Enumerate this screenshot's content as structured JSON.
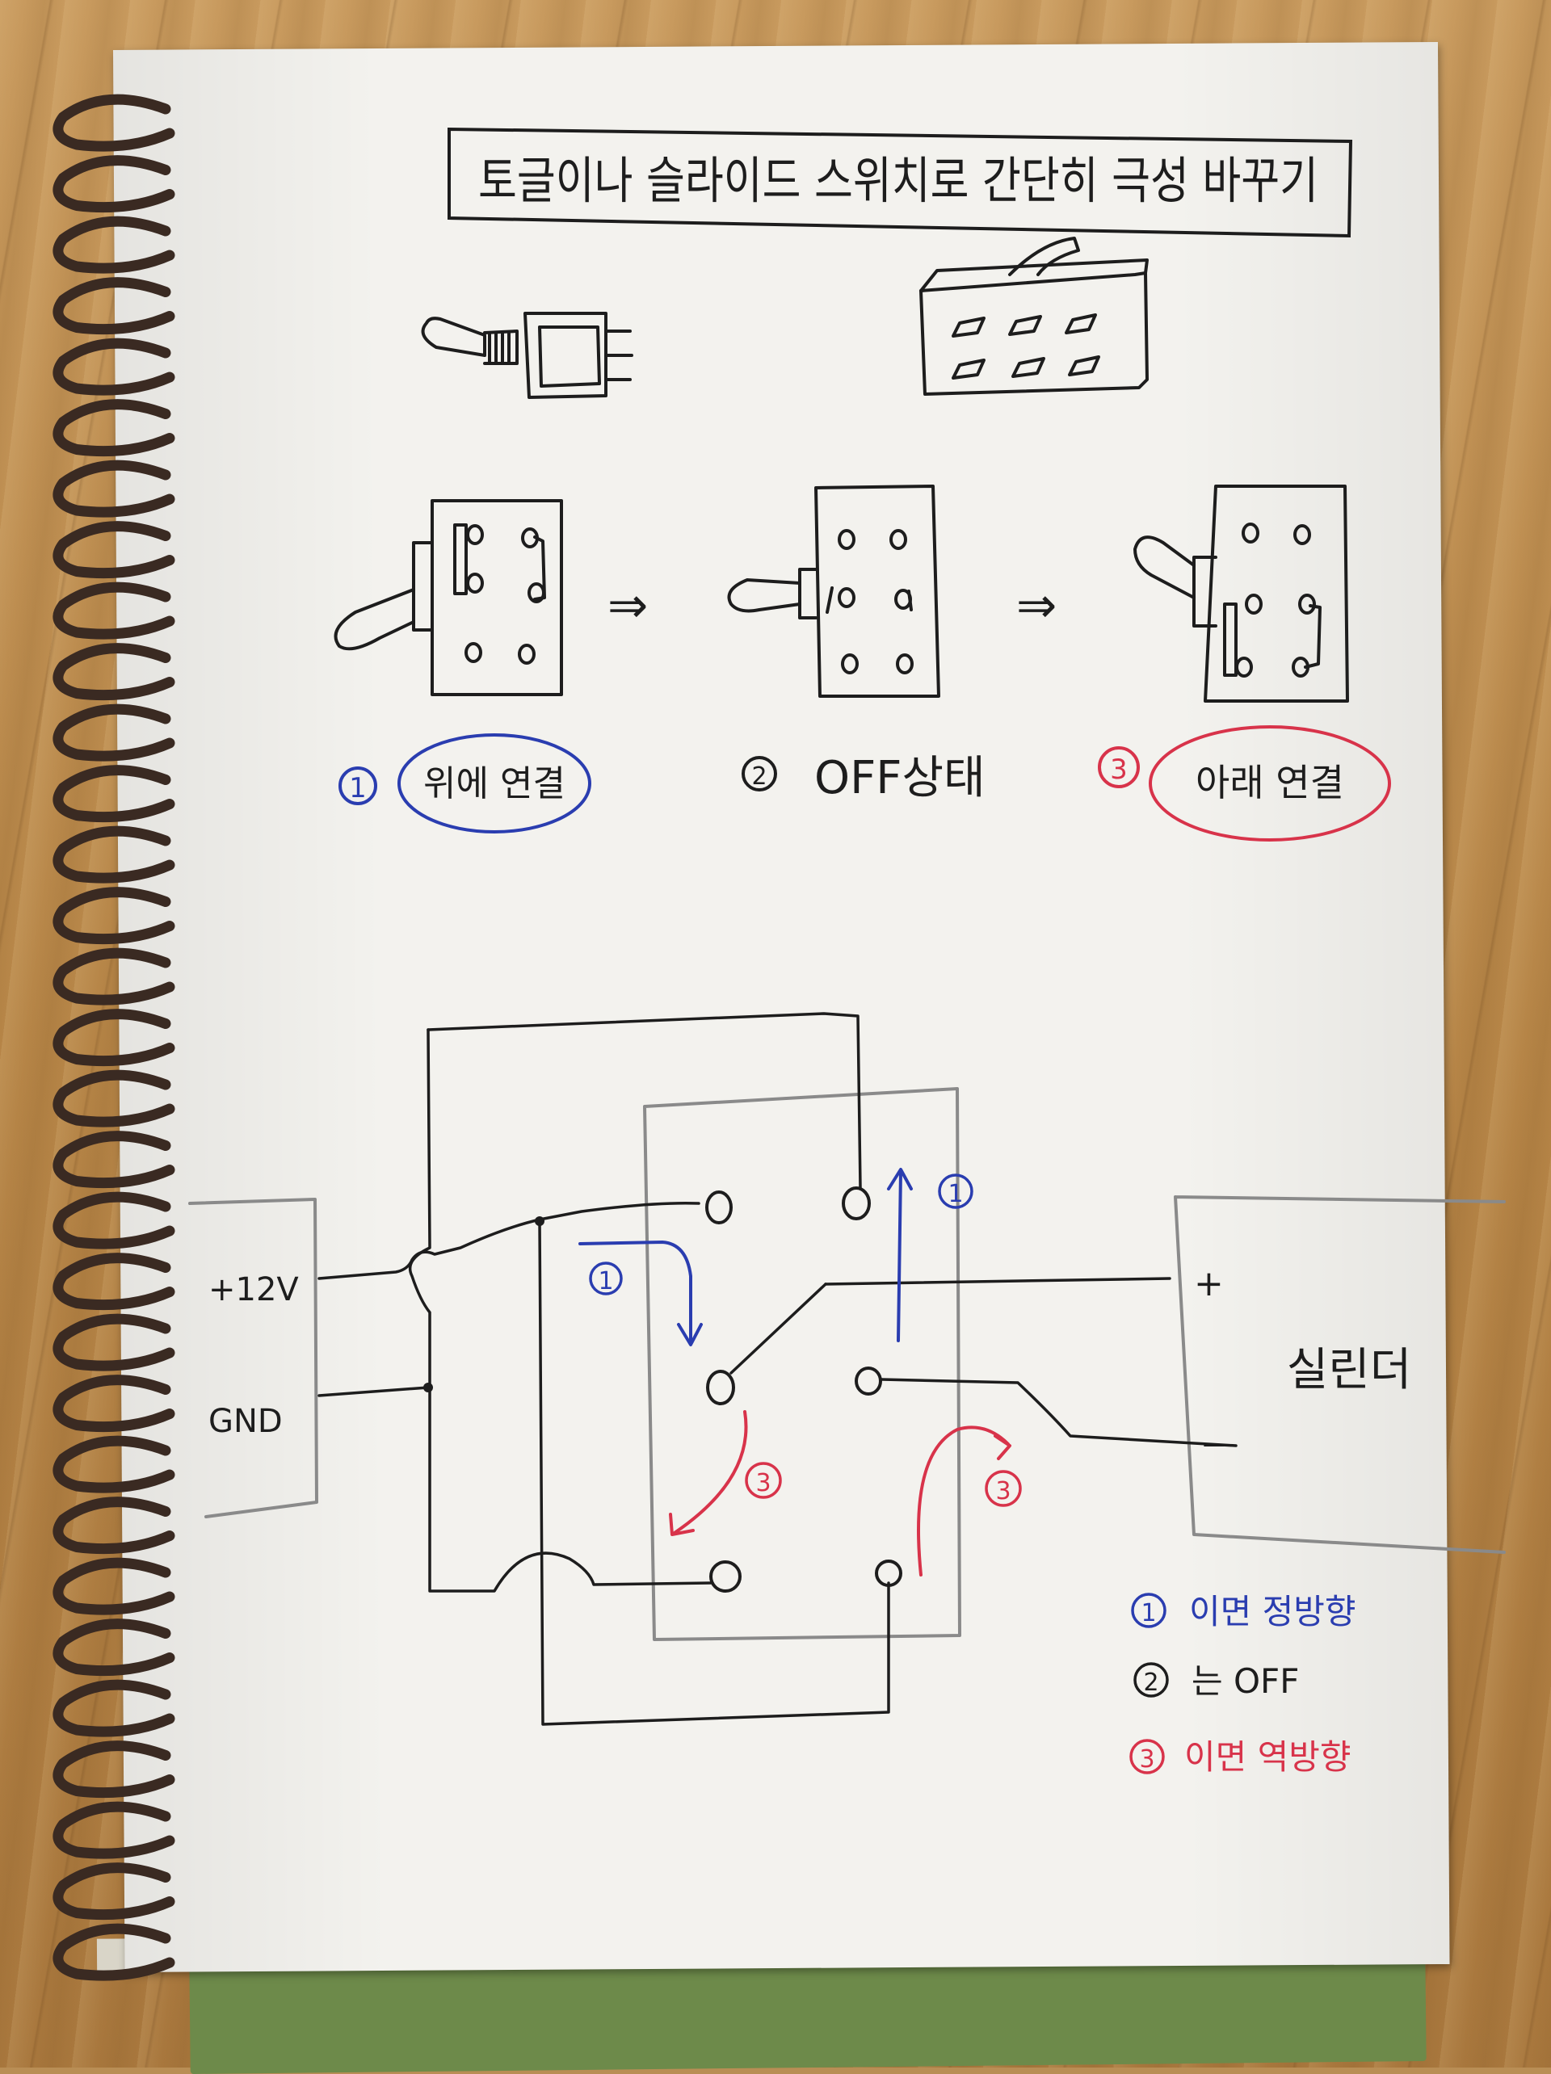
{
  "title": "토글이나 슬라이드 스위치로 간단히 극성 바꾸기",
  "states": [
    {
      "num": "1",
      "label": "위에 연결",
      "color": "#2a3db0"
    },
    {
      "num": "2",
      "label": "OFF상태",
      "color": "#1d1d1d"
    },
    {
      "num": "3",
      "label": "아래 연결",
      "color": "#d8334a"
    }
  ],
  "wiring": {
    "power_plus": "+12V",
    "power_gnd": "GND",
    "load_label": "실린더",
    "load_plus": "+",
    "load_minus": "−",
    "arrow_labels": {
      "blue_a": "1",
      "blue_b": "1",
      "red_a": "3",
      "red_b": "3"
    }
  },
  "legend": [
    {
      "num": "1",
      "text": "이면 정방향",
      "color": "#2a3db0"
    },
    {
      "num": "2",
      "text": "는 OFF",
      "color": "#1d1d1d"
    },
    {
      "num": "3",
      "text": "이면 역방향",
      "color": "#d8334a"
    }
  ],
  "colors": {
    "ink": "#1d1d1d",
    "blue_ink": "#2a3db0",
    "red_ink": "#d8334a",
    "pencil": "#8a8a8a",
    "spiral": "#3a2a22"
  }
}
